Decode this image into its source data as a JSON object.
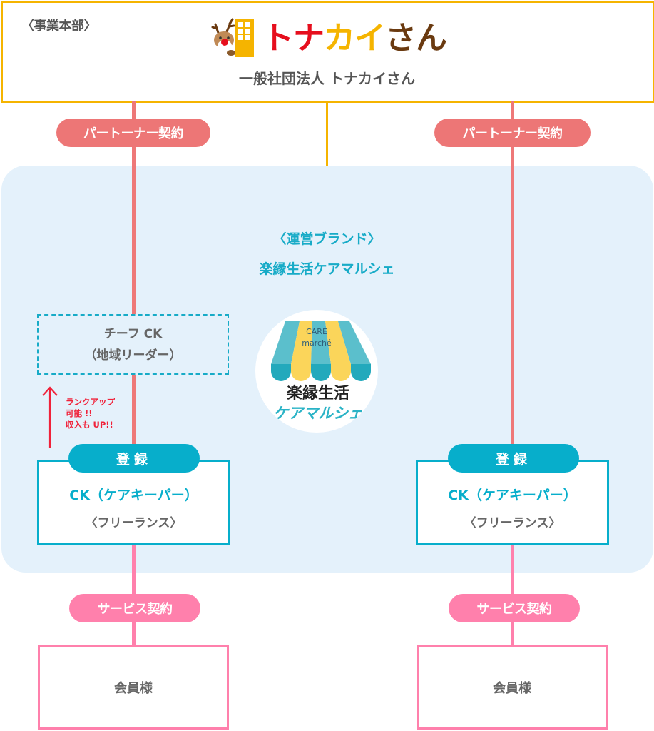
{
  "header": {
    "section_label": "〈事業本部〉",
    "logo": {
      "parts": [
        {
          "text": "トナ",
          "color": "#e60e1d"
        },
        {
          "text": "カイ",
          "color": "#f5b400"
        },
        {
          "text": "さん",
          "color": "#6a3a10"
        }
      ],
      "icon": "reindeer-door-icon"
    },
    "organization": "一般社団法人 トナカイさん"
  },
  "contracts": {
    "partner_left": "パートーナー契約",
    "partner_right": "パートーナー契約",
    "service_left": "サービス契約",
    "service_right": "サービス契約"
  },
  "brand": {
    "label": "〈運営ブランド〉",
    "name": "楽縁生活ケアマルシェ",
    "logo": {
      "en_line1": "CARE",
      "en_line2": "marché",
      "jp_line1": "楽縁生活",
      "jp_line2": "ケアマルシェ"
    }
  },
  "chief_ck": {
    "line1": "チーフ CK",
    "line2": "（地域リーダー）"
  },
  "rank_up": {
    "line1": "ランクアップ",
    "line2": "可能 !!",
    "line3": "収入も UP!!"
  },
  "ck_left": {
    "tab": "登録",
    "title": "CK（ケアキーパー）",
    "subtitle": "〈フリーランス〉"
  },
  "ck_right": {
    "tab": "登録",
    "title": "CK（ケアキーパー）",
    "subtitle": "〈フリーランス〉"
  },
  "member_left": "会員様",
  "member_right": "会員様",
  "colors": {
    "hq_border": "#f5b400",
    "partner": "#ed7676",
    "service": "#ff80ac",
    "brand": "#07aecb",
    "panel_bg": "#e4f1fb",
    "rank_up": "#f0223a"
  }
}
